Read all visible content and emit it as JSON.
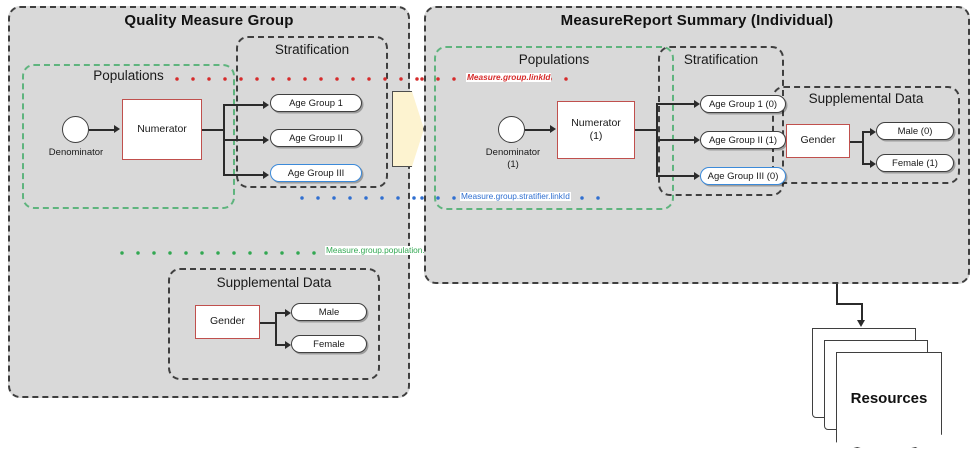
{
  "diagram": {
    "type": "flow-diagram",
    "title_left": "Quality Measure Group",
    "title_right": "MeasureReport Summary (Individual)"
  },
  "colors": {
    "panel_fill": "#d9d9d9",
    "panel_border": "#3f3f3f",
    "populations_border": "#5fb47e",
    "node_red": "#c0504d",
    "node_blue": "#3c8ad9",
    "chevron_fill": "#fdf3d0",
    "link_red": "#d62b2b",
    "link_blue": "#2f6fd0",
    "link_green": "#32a852"
  },
  "left_panel": {
    "title": "Quality Measure Group",
    "populations": {
      "title": "Populations",
      "denominator": {
        "label": "Denominator"
      },
      "numerator": {
        "label": "Numerator"
      }
    },
    "stratification": {
      "title": "Stratification",
      "items": [
        {
          "label": "Age Group 1",
          "style": "default"
        },
        {
          "label": "Age Group II",
          "style": "default"
        },
        {
          "label": "Age Group III",
          "style": "blue"
        }
      ]
    },
    "supplemental": {
      "title": "Supplemental Data",
      "source": {
        "label": "Gender"
      },
      "items": [
        {
          "label": "Male"
        },
        {
          "label": "Female"
        }
      ]
    }
  },
  "right_panel": {
    "title": "MeasureReport Summary (Individual)",
    "populations": {
      "title": "Populations",
      "denominator": {
        "label": "Denominator",
        "count": "(1)"
      },
      "numerator": {
        "label": "Numerator",
        "count": "(1)"
      }
    },
    "stratification": {
      "title": "Stratification",
      "items": [
        {
          "label": "Age Group 1 (0)",
          "style": "default"
        },
        {
          "label": "Age Group II (1)",
          "style": "default"
        },
        {
          "label": "Age Group III (0)",
          "style": "blue"
        }
      ]
    },
    "supplemental": {
      "title": "Supplemental Data",
      "source": {
        "label": "Gender"
      },
      "items": [
        {
          "label": "Male (0)"
        },
        {
          "label": "Female (1)"
        }
      ]
    }
  },
  "link_labels": {
    "group": "Measure.group.linkId",
    "stratifier": "Measure.group.stratifier.linkId",
    "population": "Measure.group.population.linkId"
  },
  "resources": {
    "label": "Resources"
  }
}
